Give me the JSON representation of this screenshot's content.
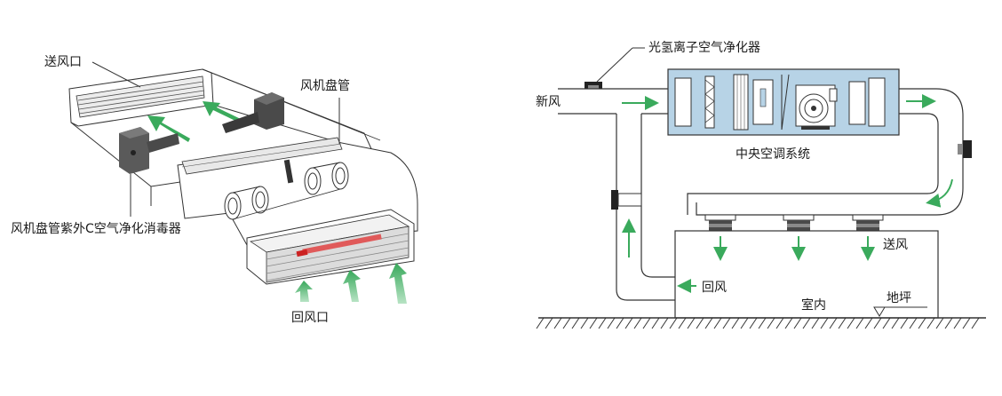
{
  "left_diagram": {
    "supply_outlet_label": "送风口",
    "fan_coil_label": "风机盘管",
    "uvc_purifier_label": "风机盘管紫外C空气净化消毒器",
    "return_inlet_label": "回风口"
  },
  "right_diagram": {
    "photo_hydro_ion_label": "光氢离子空气净化器",
    "fresh_air_label": "新风",
    "central_ac_label": "中央空调系统",
    "supply_air_label": "送风",
    "return_air_label": "回风",
    "indoor_label": "室内",
    "floor_label": "地坪"
  },
  "colors": {
    "arrow_green": "#3aaa5c",
    "unit_blue": "#b7d3e6",
    "line_dark": "#333333",
    "gray_block": "#5a5a5a"
  }
}
